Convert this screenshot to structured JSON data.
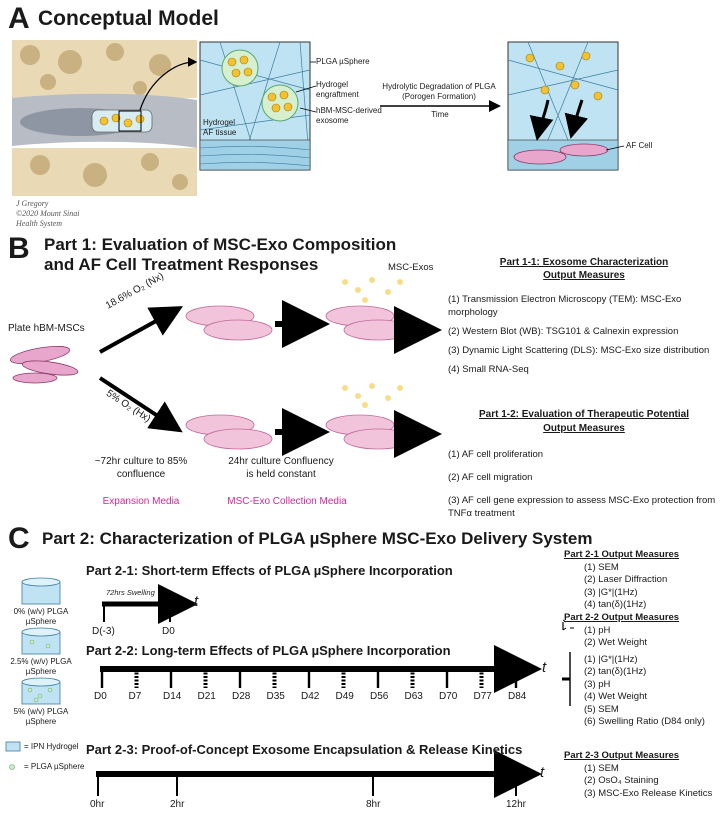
{
  "section_a": {
    "letter": "A",
    "title": "Conceptual Model",
    "credit": [
      "J Gregory",
      "©2020 Mount Sinai",
      "Health System"
    ],
    "labels": {
      "plga": "PLGA µSphere",
      "hydrogel_engraftment": "Hydrogel engraftment",
      "exosome": "hBM-MSC-derived exosome",
      "hydrogel": "Hydrogel",
      "af_tissue": "AF tissue",
      "degradation": "Hydrolytic Degradation of PLGA (Porogen Formation)",
      "time": "Time",
      "af_cell": "AF Cell"
    }
  },
  "section_b": {
    "letter": "B",
    "title_line1": "Part 1: Evaluation of MSC-Exo Composition",
    "title_line2": "and AF Cell Treatment Responses",
    "plate": "Plate hBM-MSCs",
    "nx": "18.6% O₂ (Nx)",
    "hx": "5% O₂ (Hx)",
    "msc_exos": "MSC-Exos",
    "culture72": "~72hr culture to 85% confluence",
    "culture24": "24hr culture Confluency is held constant",
    "expansion_media": "Expansion Media",
    "collection_media": "MSC-Exo Collection Media",
    "part11_title": "Part 1-1: Exosome Characterization",
    "part11_sub": "Output Measures",
    "part11_items": [
      "(1)  Transmission Electron Microscopy (TEM): MSC-Exo morphology",
      "(2)  Western Blot (WB): TSG101 & Calnexin expression",
      "(3)  Dynamic Light Scattering (DLS): MSC-Exo size distribution",
      "(4)  Small RNA-Seq"
    ],
    "part12_title": "Part 1-2: Evaluation of Therapeutic Potential",
    "part12_sub": "Output Measures",
    "part12_items": [
      "(1)  AF cell proliferation",
      "(2)  AF cell migration",
      "(3)  AF cell gene expression to assess MSC-Exo protection from TNFα treatment"
    ]
  },
  "section_c": {
    "letter": "C",
    "title": "Part 2: Characterization of PLGA µSphere MSC-Exo Delivery System",
    "jars": [
      {
        "label": "0% (w/v) PLGA µSphere"
      },
      {
        "label": "2.5% (w/v) PLGA µSphere"
      },
      {
        "label": "5% (w/v) PLGA µSphere"
      }
    ],
    "legend_hydrogel": "= IPN Hydrogel",
    "legend_plga": "= PLGA µSphere",
    "part21_title": "Part 2-1: Short-term Effects of PLGA µSphere Incorporation",
    "swelling": "72hrs Swelling",
    "t_label": "t",
    "part21_ticks": [
      "D(-3)",
      "D0"
    ],
    "part22_title": "Part 2-2: Long-term Effects of PLGA µSphere Incorporation",
    "part22_ticks": [
      "D0",
      "D7",
      "D14",
      "D21",
      "D28",
      "D35",
      "D42",
      "D49",
      "D56",
      "D63",
      "D70",
      "D77",
      "D84"
    ],
    "part23_title": "Part 2-3: Proof-of-Concept Exosome Encapsulation & Release Kinetics",
    "part23_ticks": [
      "0hr",
      "2hr",
      "8hr",
      "12hr"
    ],
    "out21_title": "Part 2-1 Output Measures",
    "out21_items": [
      "(1) SEM",
      "(2) Laser Diffraction",
      "(3) |G*|(1Hz)",
      "(4) tan(δ)(1Hz)"
    ],
    "out22_title": "Part 2-2 Output Measures",
    "out22_items_a": [
      "(1) pH",
      "(2) Wet Weight"
    ],
    "out22_items_b": [
      "(1) |G*|(1Hz)",
      "(2) tan(δ)(1Hz)",
      "(3) pH",
      "(4) Wet Weight",
      "(5) SEM",
      "(6) Swelling Ratio (D84 only)"
    ],
    "out23_title": "Part 2-3 Output Measures",
    "out23_items": [
      "(1) SEM",
      "(2) OsO₄ Staining",
      "(3) MSC-Exo Release Kinetics"
    ]
  },
  "colors": {
    "pink": "#d0289a",
    "hydrogel_blue": "#bfe3f2",
    "sphere": "#f2c230"
  }
}
